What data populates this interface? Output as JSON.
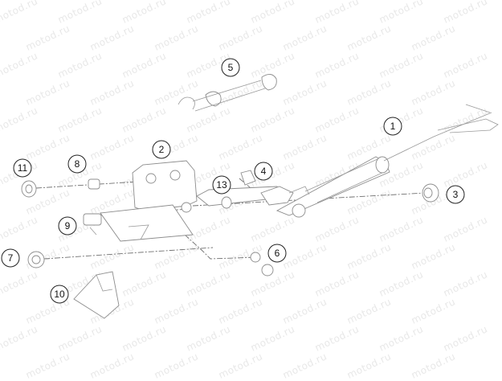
{
  "watermark": {
    "text": "motod.ru"
  },
  "callouts": [
    {
      "id": "callout-1",
      "label": "1"
    },
    {
      "id": "callout-2",
      "label": "2"
    },
    {
      "id": "callout-3",
      "label": "3"
    },
    {
      "id": "callout-4",
      "label": "4"
    },
    {
      "id": "callout-5",
      "label": "5"
    },
    {
      "id": "callout-6",
      "label": "6"
    },
    {
      "id": "callout-7",
      "label": "7"
    },
    {
      "id": "callout-8",
      "label": "8"
    },
    {
      "id": "callout-9",
      "label": "9"
    },
    {
      "id": "callout-10",
      "label": "10"
    },
    {
      "id": "callout-11",
      "label": "11"
    },
    {
      "id": "callout-13",
      "label": "13"
    }
  ]
}
